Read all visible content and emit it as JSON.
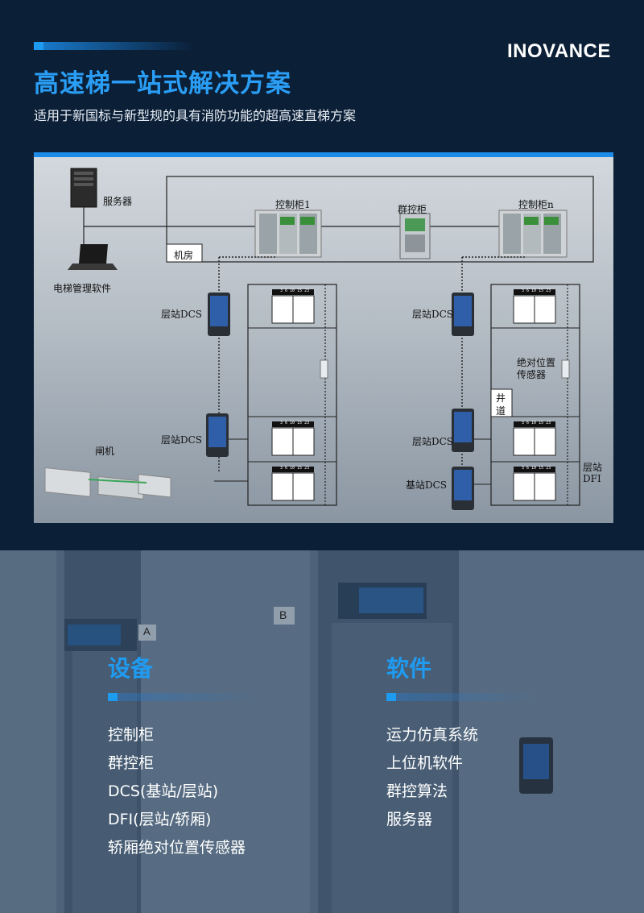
{
  "brand": {
    "logo": "INOVANCE"
  },
  "header": {
    "title": "高速梯一站式解决方案",
    "subtitle": "适用于新国标与新型规的具有消防功能的超高速直梯方案"
  },
  "diagram": {
    "server": "服务器",
    "mgmt_software": "电梯管理软件",
    "machine_room": "机房",
    "cabinet1": "控制柜1",
    "group_cabinet": "群控柜",
    "cabinetn": "控制柜n",
    "floor_dcs": "层站DCS",
    "base_dcs": "基站DCS",
    "gate": "闸机",
    "abs_sensor_1": "绝对位置",
    "abs_sensor_2": "传感器",
    "shaft_1": "井",
    "shaft_2": "道",
    "floor_dfi_1": "层站",
    "floor_dfi_2": "DFI",
    "indicator": "3 6 10 15 23"
  },
  "sections": {
    "equipment": {
      "title": "设备",
      "items": [
        "控制柜",
        "群控柜",
        "DCS(基站/层站)",
        "DFI(层站/轿厢)",
        "轿厢绝对位置传感器"
      ]
    },
    "software": {
      "title": "软件",
      "items": [
        "运力仿真系统",
        "上位机软件",
        "群控算法",
        "服务器"
      ]
    }
  },
  "photo_signs": {
    "sign_a": "A",
    "sign_b": "B"
  },
  "colors": {
    "accent": "#1f9bf2",
    "background": "#0b1f37"
  }
}
